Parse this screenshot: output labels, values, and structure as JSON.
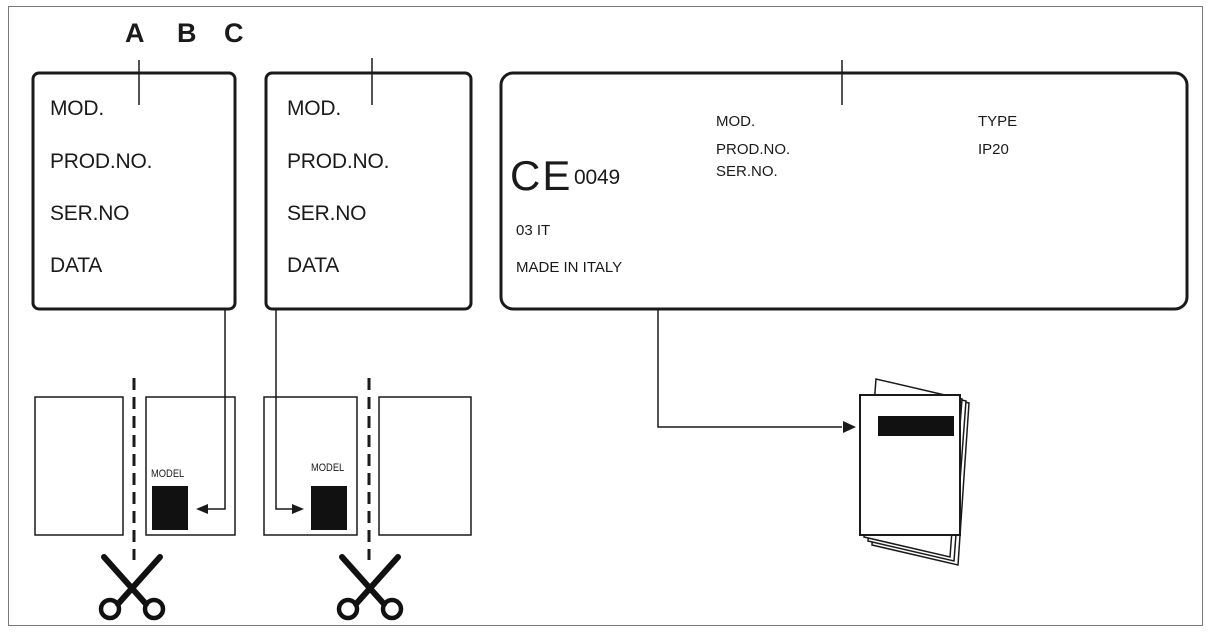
{
  "column_letters": [
    "A",
    "B",
    "C"
  ],
  "plate_small_1": [
    "MOD.",
    "PROD.NO.",
    "SER.NO",
    "DATA"
  ],
  "plate_small_2": [
    "MOD.",
    "PROD.NO.",
    "SER.NO",
    "DATA"
  ],
  "plate_large": {
    "ce_mark": "CE",
    "ce_number": "0049",
    "year_country": "03   IT",
    "origin": "MADE IN ITALY",
    "fields": [
      "MOD.",
      "PROD.NO.",
      "SER.NO."
    ],
    "type_label": "TYPE",
    "type_value": "IP20"
  },
  "sticker_label": "MODEL",
  "colors": {
    "line": "#1a1a1a",
    "frame": "#7a7a7a",
    "fill": "#111111"
  }
}
